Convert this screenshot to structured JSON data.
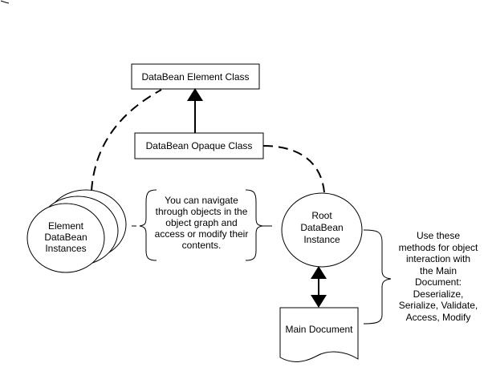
{
  "diagram": {
    "nodes": {
      "element_class": {
        "label": "DataBean Element Class",
        "shape": "rectangle"
      },
      "opaque_class": {
        "label": "DataBean Opaque Class",
        "shape": "rectangle"
      },
      "element_instances": {
        "label_lines": [
          "Element",
          "DataBean",
          "Instances"
        ],
        "shape": "stacked-circles"
      },
      "root_instance": {
        "label_lines": [
          "Root",
          "DataBean",
          "Instance"
        ],
        "shape": "circle"
      },
      "main_document": {
        "label": "Main Document",
        "shape": "document"
      }
    },
    "annotations": {
      "navigate_note": {
        "lines": [
          "You can navigate",
          "through objects in the",
          "object graph and",
          "access or modify their",
          "contents."
        ]
      },
      "methods_note": {
        "lines": [
          "Use these",
          "methods for object",
          "interaction with",
          "the Main",
          "Document:",
          "Deserialize,",
          "Serialize, Validate,",
          "Access, Modify"
        ]
      }
    },
    "edges": [
      {
        "from": "opaque_class",
        "to": "element_class",
        "style": "solid-arrow"
      },
      {
        "from": "element_instances",
        "to": "element_class",
        "style": "dashed"
      },
      {
        "from": "root_instance",
        "to": "opaque_class",
        "style": "dashed"
      },
      {
        "from": "root_instance",
        "to": "main_document",
        "style": "solid-double-arrow"
      }
    ]
  }
}
